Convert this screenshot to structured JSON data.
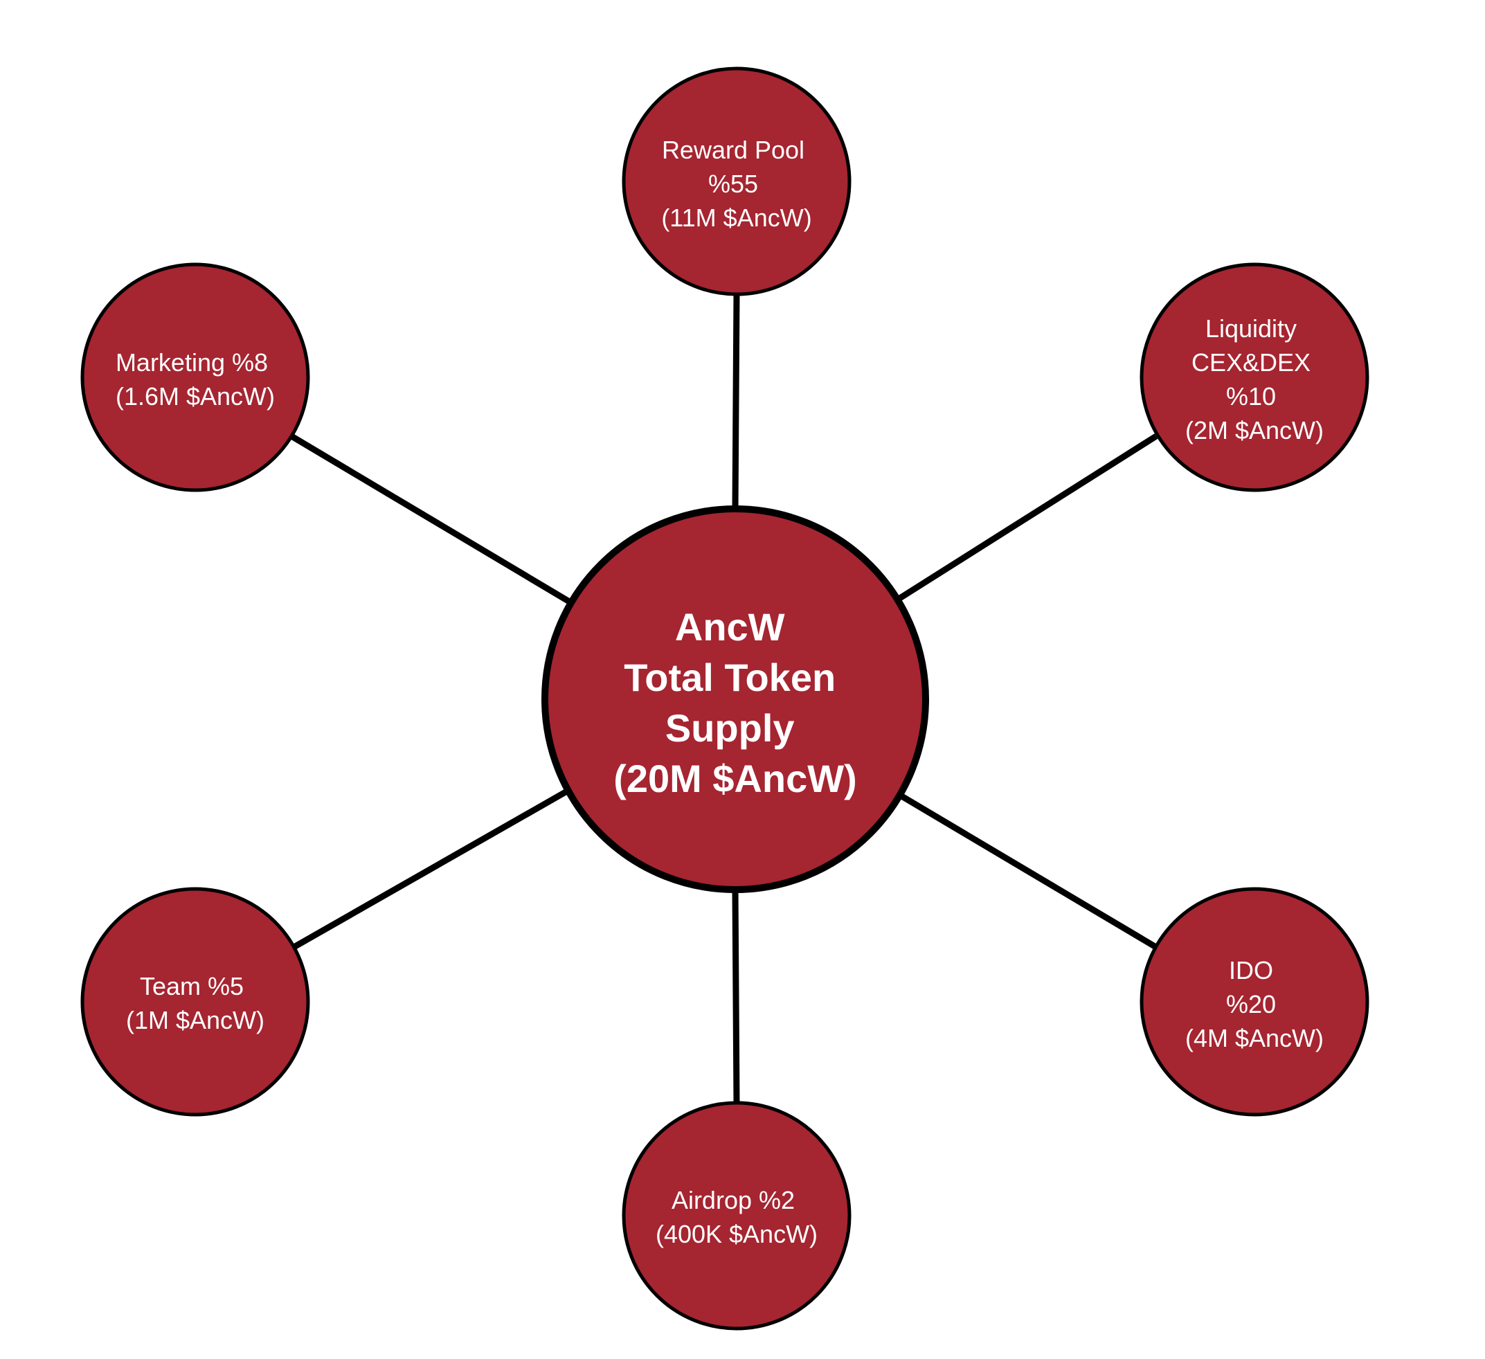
{
  "colors": {
    "node_fill": "#A52531",
    "stroke": "#000000",
    "text": "#FFFFFF"
  },
  "center": {
    "lines": [
      "AncW",
      "Total Token",
      "Supply",
      "(20M $AncW)"
    ]
  },
  "nodes": [
    {
      "id": "reward-pool",
      "lines": [
        "Reward Pool",
        "%55",
        "(11M $AncW)"
      ]
    },
    {
      "id": "liquidity",
      "lines": [
        "Liquidity",
        "CEX&DEX",
        "%10",
        "(2M $AncW)"
      ]
    },
    {
      "id": "ido",
      "lines": [
        "IDO",
        "%20",
        "(4M $AncW)"
      ]
    },
    {
      "id": "airdrop",
      "lines": [
        "Airdrop %2",
        "(400K $AncW)"
      ]
    },
    {
      "id": "team",
      "lines": [
        "Team %5",
        "(1M $AncW)"
      ]
    },
    {
      "id": "marketing",
      "lines": [
        "Marketing %8",
        "(1.6M $AncW)"
      ]
    }
  ]
}
